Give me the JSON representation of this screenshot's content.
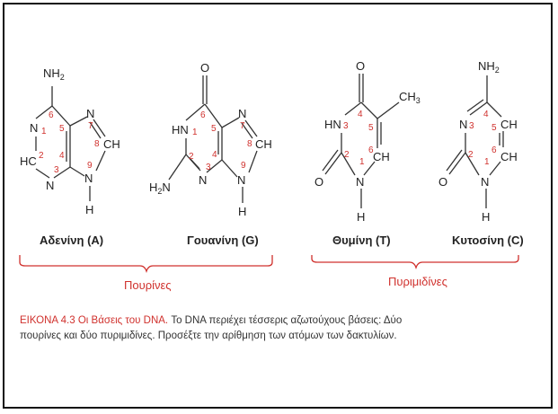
{
  "molecules": {
    "adenine": {
      "name": "Αδενίνη (A)",
      "atoms": {
        "nh2": "NH2",
        "n1": "N",
        "c2": "HC",
        "n3": "N",
        "n7": "N",
        "c8": "CH",
        "n9": "N",
        "h9": "H"
      },
      "numbers": [
        "1",
        "2",
        "3",
        "4",
        "5",
        "6",
        "7",
        "8",
        "9"
      ]
    },
    "guanine": {
      "name": "Γουανίνη (G)",
      "atoms": {
        "o": "O",
        "hn1": "HN",
        "h2n": "H2N",
        "n3": "N",
        "n7": "N",
        "c8": "CH",
        "n9": "N",
        "h9": "H"
      },
      "numbers": [
        "1",
        "2",
        "3",
        "4",
        "5",
        "6",
        "7",
        "8",
        "9"
      ]
    },
    "thymine": {
      "name": "Θυμίνη (T)",
      "atoms": {
        "o4": "O",
        "ch3": "CH3",
        "hn3": "HN",
        "c6": "CH",
        "o2": "O",
        "n1": "N",
        "h1": "H"
      },
      "numbers": [
        "1",
        "2",
        "3",
        "4",
        "5",
        "6"
      ]
    },
    "cytosine": {
      "name": "Κυτοσίνη (C)",
      "atoms": {
        "nh2": "NH2",
        "n3": "N",
        "c5": "CH",
        "c6": "CH",
        "o2": "O",
        "n1": "N",
        "h1": "H"
      },
      "numbers": [
        "1",
        "2",
        "3",
        "4",
        "5",
        "6"
      ]
    }
  },
  "groups": {
    "purines": "Πουρίνες",
    "pyrimidines": "Πυριμιδίνες"
  },
  "caption": {
    "lead": "ΕΙΚΟΝΑ 4.3 Οι Βάσεις του DNA.",
    "text": " Το DNA περιέχει τέσσερις αζωτούχους βάσεις: Δύο πουρίνες και δύο πυριμιδίνες. Προσέξτε την αρίθμηση των ατόμων των δακτυλίων."
  },
  "colors": {
    "accent": "#d0312d",
    "ink": "#222222"
  }
}
